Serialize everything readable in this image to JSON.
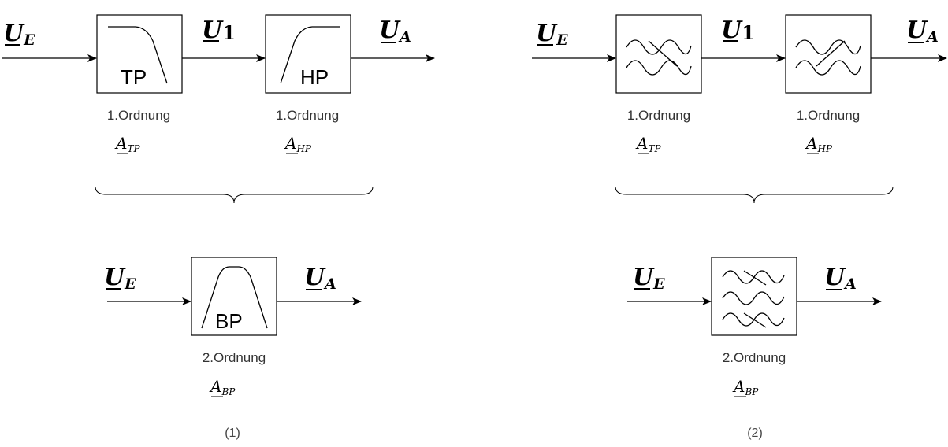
{
  "colors": {
    "ink": "#000000",
    "background": "#ffffff"
  },
  "left": {
    "caption": "(1)",
    "ue": {
      "main": "U",
      "sub": "E"
    },
    "u1": {
      "main": "U",
      "sub": "1"
    },
    "ua": {
      "main": "U",
      "sub": "A"
    },
    "tp": {
      "label": "TP",
      "order": "1.Ordnung",
      "gain": {
        "main": "A",
        "sub": "TP"
      }
    },
    "hp": {
      "label": "HP",
      "order": "1.Ordnung",
      "gain": {
        "main": "A",
        "sub": "HP"
      }
    },
    "bp": {
      "label": "BP",
      "order": "2.Ordnung",
      "gain": {
        "main": "A",
        "sub": "BP"
      },
      "ue": {
        "main": "U",
        "sub": "E"
      },
      "ua": {
        "main": "U",
        "sub": "A"
      }
    }
  },
  "right": {
    "caption": "(2)",
    "ue": {
      "main": "U",
      "sub": "E"
    },
    "u1": {
      "main": "U",
      "sub": "1"
    },
    "ua": {
      "main": "U",
      "sub": "A"
    },
    "tp": {
      "order": "1.Ordnung",
      "gain": {
        "main": "A",
        "sub": "TP"
      },
      "icon": "lowpass-wave-symbol"
    },
    "hp": {
      "order": "1.Ordnung",
      "gain": {
        "main": "A",
        "sub": "HP"
      },
      "icon": "highpass-wave-symbol"
    },
    "bp": {
      "order": "2.Ordnung",
      "gain": {
        "main": "A",
        "sub": "BP"
      },
      "icon": "bandpass-wave-symbol",
      "ue": {
        "main": "U",
        "sub": "E"
      },
      "ua": {
        "main": "U",
        "sub": "A"
      }
    }
  }
}
